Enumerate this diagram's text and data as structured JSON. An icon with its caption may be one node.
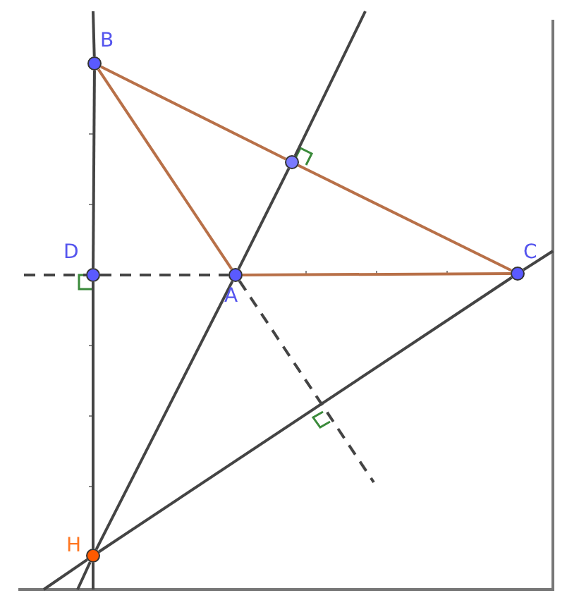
{
  "diagram": {
    "nodes": [
      {
        "text": [
          "B"
        ]
      },
      {
        "text": [
          "D"
        ]
      },
      {
        "text": [
          "A"
        ]
      },
      {
        "text": [
          "C"
        ]
      },
      {
        "text": [],
        "shape": "circle"
      },
      {
        "text": [
          "H"
        ]
      }
    ],
    "edges": [
      {
        "from": 0,
        "to": 2,
        "arrow": "none",
        "color": "#b87048"
      },
      {
        "from": 0,
        "to": 4,
        "arrow": "none",
        "color": "#b87048"
      },
      {
        "from": 4,
        "to": 3,
        "arrow": "none",
        "color": "#b87048"
      },
      {
        "from": 2,
        "to": 3,
        "arrow": "none",
        "color": "#b87048"
      },
      {
        "from": null,
        "to": 0,
        "arrow": "none"
      },
      {
        "from": 0,
        "to": 1,
        "arrow": "none"
      },
      {
        "from": 1,
        "to": 5,
        "arrow": "none"
      },
      {
        "from": 5,
        "to": null,
        "arrow": "none"
      },
      {
        "from": null,
        "to": 1,
        "arrow": "none",
        "style": "dashed"
      },
      {
        "from": 1,
        "to": 2,
        "arrow": "none",
        "style": "dashed"
      },
      {
        "from": 2,
        "to": null,
        "arrow": "none",
        "style": "dashed"
      },
      {
        "from": 5,
        "to": 2,
        "arrow": "none"
      },
      {
        "from": 2,
        "to": 4,
        "arrow": "none"
      },
      {
        "from": 4,
        "to": null,
        "arrow": "none"
      },
      {
        "from": null,
        "to": 5,
        "arrow": "none"
      },
      {
        "from": 5,
        "to": 3,
        "arrow": "none"
      },
      {
        "from": 3,
        "to": null,
        "arrow": "none"
      },
      {
        "from": null,
        "to": 5,
        "arrow": "none"
      }
    ]
  }
}
